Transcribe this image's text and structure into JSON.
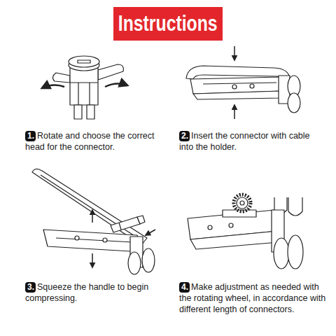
{
  "diagram": {
    "title": "Instructions",
    "nodes": [
      {
        "text": [
          "1.",
          "Rotate and choose the correct head for the connector."
        ]
      },
      {
        "text": [
          "2.",
          "Insert the connector with cable into the holder."
        ]
      },
      {
        "text": [
          "3.",
          "Squeeze the handle to begin compressing."
        ]
      },
      {
        "text": [
          "4.",
          "Make adjustment as needed with the rotating wheel, in accordance with different length of connectors."
        ]
      }
    ]
  }
}
